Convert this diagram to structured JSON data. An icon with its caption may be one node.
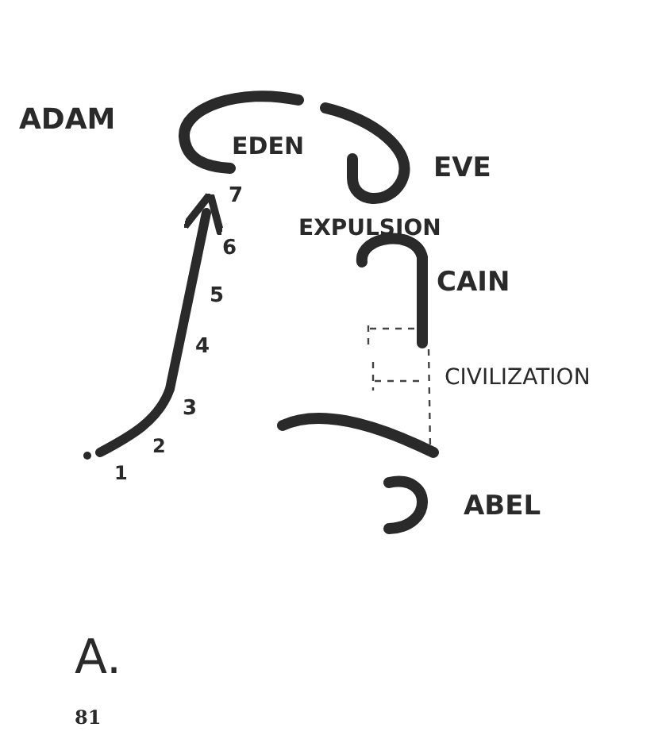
{
  "diagram": {
    "labels": [
      "ADAM",
      "EDEN",
      "EVE",
      "7",
      "EXPULSION",
      "6",
      "CAIN",
      "5",
      "4",
      "CIVILIZATION",
      "3",
      "2",
      "1",
      "ABEL",
      "A.",
      "81"
    ]
  }
}
